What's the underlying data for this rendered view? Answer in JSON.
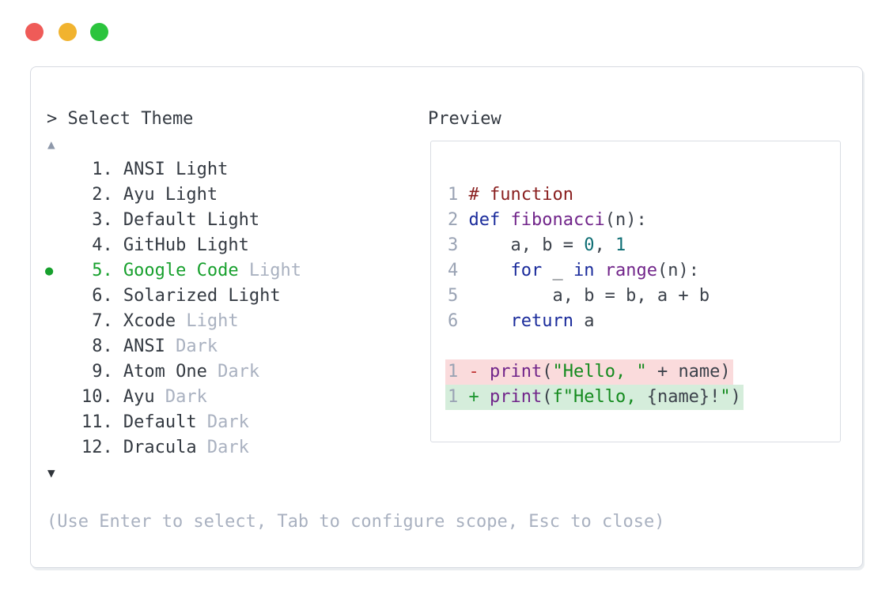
{
  "window": {
    "traffic_lights": [
      {
        "name": "close",
        "color": "#ef5b58"
      },
      {
        "name": "minimize",
        "color": "#f1b32f"
      },
      {
        "name": "zoom",
        "color": "#2bc43d"
      }
    ]
  },
  "picker": {
    "prompt": "> Select Theme",
    "scroll_up_symbol": "▲",
    "scroll_down_symbol": "▼",
    "bullet_symbol": "●",
    "items": [
      {
        "number": "1.",
        "name": "ANSI Light",
        "suffix": "",
        "selected": false
      },
      {
        "number": "2.",
        "name": "Ayu Light",
        "suffix": "",
        "selected": false
      },
      {
        "number": "3.",
        "name": "Default Light",
        "suffix": "",
        "selected": false
      },
      {
        "number": "4.",
        "name": "GitHub Light",
        "suffix": "",
        "selected": false
      },
      {
        "number": "5.",
        "name": "Google Code",
        "suffix": "Light",
        "selected": true
      },
      {
        "number": "6.",
        "name": "Solarized Light",
        "suffix": "",
        "selected": false
      },
      {
        "number": "7.",
        "name": "Xcode",
        "suffix": "Light",
        "selected": false
      },
      {
        "number": "8.",
        "name": "ANSI",
        "suffix": "Dark",
        "selected": false
      },
      {
        "number": "9.",
        "name": "Atom One",
        "suffix": "Dark",
        "selected": false
      },
      {
        "number": "10.",
        "name": "Ayu",
        "suffix": "Dark",
        "selected": false
      },
      {
        "number": "11.",
        "name": "Default",
        "suffix": "Dark",
        "selected": false
      },
      {
        "number": "12.",
        "name": "Dracula",
        "suffix": "Dark",
        "selected": false
      }
    ],
    "hint": "(Use Enter to select, Tab to configure scope, Esc to close)"
  },
  "preview": {
    "title": "Preview",
    "lines": [
      {
        "tokens": [
          {
            "c": "ln",
            "t": "1"
          },
          {
            "c": "pln",
            "t": " "
          },
          {
            "c": "com",
            "t": "# function"
          }
        ]
      },
      {
        "tokens": [
          {
            "c": "ln",
            "t": "2"
          },
          {
            "c": "pln",
            "t": " "
          },
          {
            "c": "kwd",
            "t": "def"
          },
          {
            "c": "pln",
            "t": " "
          },
          {
            "c": "fn",
            "t": "fibonacci"
          },
          {
            "c": "pln",
            "t": "(n):"
          }
        ]
      },
      {
        "tokens": [
          {
            "c": "ln",
            "t": "3"
          },
          {
            "c": "pln",
            "t": "     a, b = "
          },
          {
            "c": "lit",
            "t": "0"
          },
          {
            "c": "pln",
            "t": ", "
          },
          {
            "c": "lit",
            "t": "1"
          }
        ]
      },
      {
        "tokens": [
          {
            "c": "ln",
            "t": "4"
          },
          {
            "c": "pln",
            "t": "     "
          },
          {
            "c": "kwd",
            "t": "for"
          },
          {
            "c": "pln",
            "t": " _ "
          },
          {
            "c": "kwd",
            "t": "in"
          },
          {
            "c": "pln",
            "t": " "
          },
          {
            "c": "fn",
            "t": "range"
          },
          {
            "c": "pln",
            "t": "(n):"
          }
        ]
      },
      {
        "tokens": [
          {
            "c": "ln",
            "t": "5"
          },
          {
            "c": "pln",
            "t": "         a, b = b, a + b"
          }
        ]
      },
      {
        "tokens": [
          {
            "c": "ln",
            "t": "6"
          },
          {
            "c": "pln",
            "t": "     "
          },
          {
            "c": "kwd",
            "t": "return"
          },
          {
            "c": "pln",
            "t": " a"
          }
        ]
      },
      {
        "tokens": []
      },
      {
        "bg": "removed_bg",
        "tokens": [
          {
            "c": "ln",
            "t": "1"
          },
          {
            "c": "pln",
            "t": " "
          },
          {
            "c": "rem",
            "t": "-"
          },
          {
            "c": "pln",
            "t": " "
          },
          {
            "c": "fn",
            "t": "print"
          },
          {
            "c": "pln",
            "t": "("
          },
          {
            "c": "str",
            "t": "\"Hello, \""
          },
          {
            "c": "pln",
            "t": " + name)"
          }
        ]
      },
      {
        "bg": "added_bg",
        "tokens": [
          {
            "c": "ln",
            "t": "1"
          },
          {
            "c": "pln",
            "t": " "
          },
          {
            "c": "add",
            "t": "+"
          },
          {
            "c": "pln",
            "t": " "
          },
          {
            "c": "fn",
            "t": "print"
          },
          {
            "c": "pln",
            "t": "("
          },
          {
            "c": "str",
            "t": "f\"Hello, "
          },
          {
            "c": "pln",
            "t": "{name}!"
          },
          {
            "c": "str",
            "t": "\""
          },
          {
            "c": "pln",
            "t": ")"
          }
        ]
      }
    ]
  },
  "colors": {
    "panel_border": "#d6dae1",
    "preview_border": "#d9dde3",
    "text_dark": "#343a42",
    "text_muted": "#a9b1c0",
    "accent_green": "#17a02d",
    "arrow_up": "#8e98aa",
    "arrow_down": "#2f343a",
    "ln": "#9aa3b4",
    "pln": "#3c424b",
    "com": "#8a2020",
    "kwd": "#1a2b9b",
    "fn": "#71258a",
    "lit": "#0e6e74",
    "str": "#138a1d",
    "rem": "#c03434",
    "add": "#1d9630",
    "removed_bg": "#fadbdc",
    "added_bg": "#d5eddb"
  }
}
